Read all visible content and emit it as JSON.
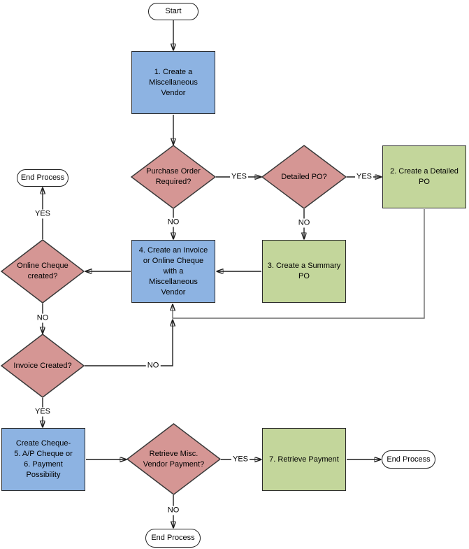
{
  "flowchart": {
    "nodes": {
      "start": {
        "type": "terminator",
        "label": "Start"
      },
      "step1": {
        "type": "process",
        "label": [
          "1. Create a",
          "Miscellaneous",
          "Vendor"
        ]
      },
      "po_required": {
        "type": "decision",
        "label": [
          "Purchase Order",
          "Required?"
        ]
      },
      "detailed_po": {
        "type": "decision",
        "label": "Detailed PO?"
      },
      "step2": {
        "type": "process",
        "label": [
          "2. Create a Detailed",
          "PO"
        ]
      },
      "step3": {
        "type": "process",
        "label": [
          "3. Create a Summary",
          "PO"
        ]
      },
      "step4": {
        "type": "process",
        "label": [
          "4. Create an Invoice",
          "or Online Cheque",
          "with a",
          "Miscellaneous",
          "Vendor"
        ]
      },
      "online_cheque": {
        "type": "decision",
        "label": [
          "Online Cheque",
          "created?"
        ]
      },
      "end_top": {
        "type": "terminator",
        "label": "End Process"
      },
      "invoice_created": {
        "type": "decision",
        "label": "Invoice Created?"
      },
      "step5_6": {
        "type": "process",
        "label": [
          "Create Cheque-",
          "5. A/P Cheque or",
          "6. Payment",
          "Possibility"
        ]
      },
      "retrieve_q": {
        "type": "decision",
        "label": [
          "Retrieve Misc.",
          "Vendor Payment?"
        ]
      },
      "step7": {
        "type": "process",
        "label": "7. Retrieve Payment"
      },
      "end_right": {
        "type": "terminator",
        "label": "End Process"
      },
      "end_bottom": {
        "type": "terminator",
        "label": "End Process"
      }
    },
    "edge_labels": {
      "po_yes": "YES",
      "po_no": "NO",
      "detailed_yes": "YES",
      "detailed_no": "NO",
      "online_yes": "YES",
      "online_no": "NO",
      "invoice_yes": "YES",
      "invoice_no": "NO",
      "retrieve_yes": "YES",
      "retrieve_no": "NO"
    },
    "colors": {
      "process_fill": "#8DB3E2",
      "alt_process_fill": "#C3D69B",
      "decision_fill": "#D59694",
      "terminator_fill": "#FFFFFF",
      "shape_border": "#2B2B2B",
      "connector": "#1F1F1F",
      "connector_feedback": "#6B6B6B"
    }
  }
}
